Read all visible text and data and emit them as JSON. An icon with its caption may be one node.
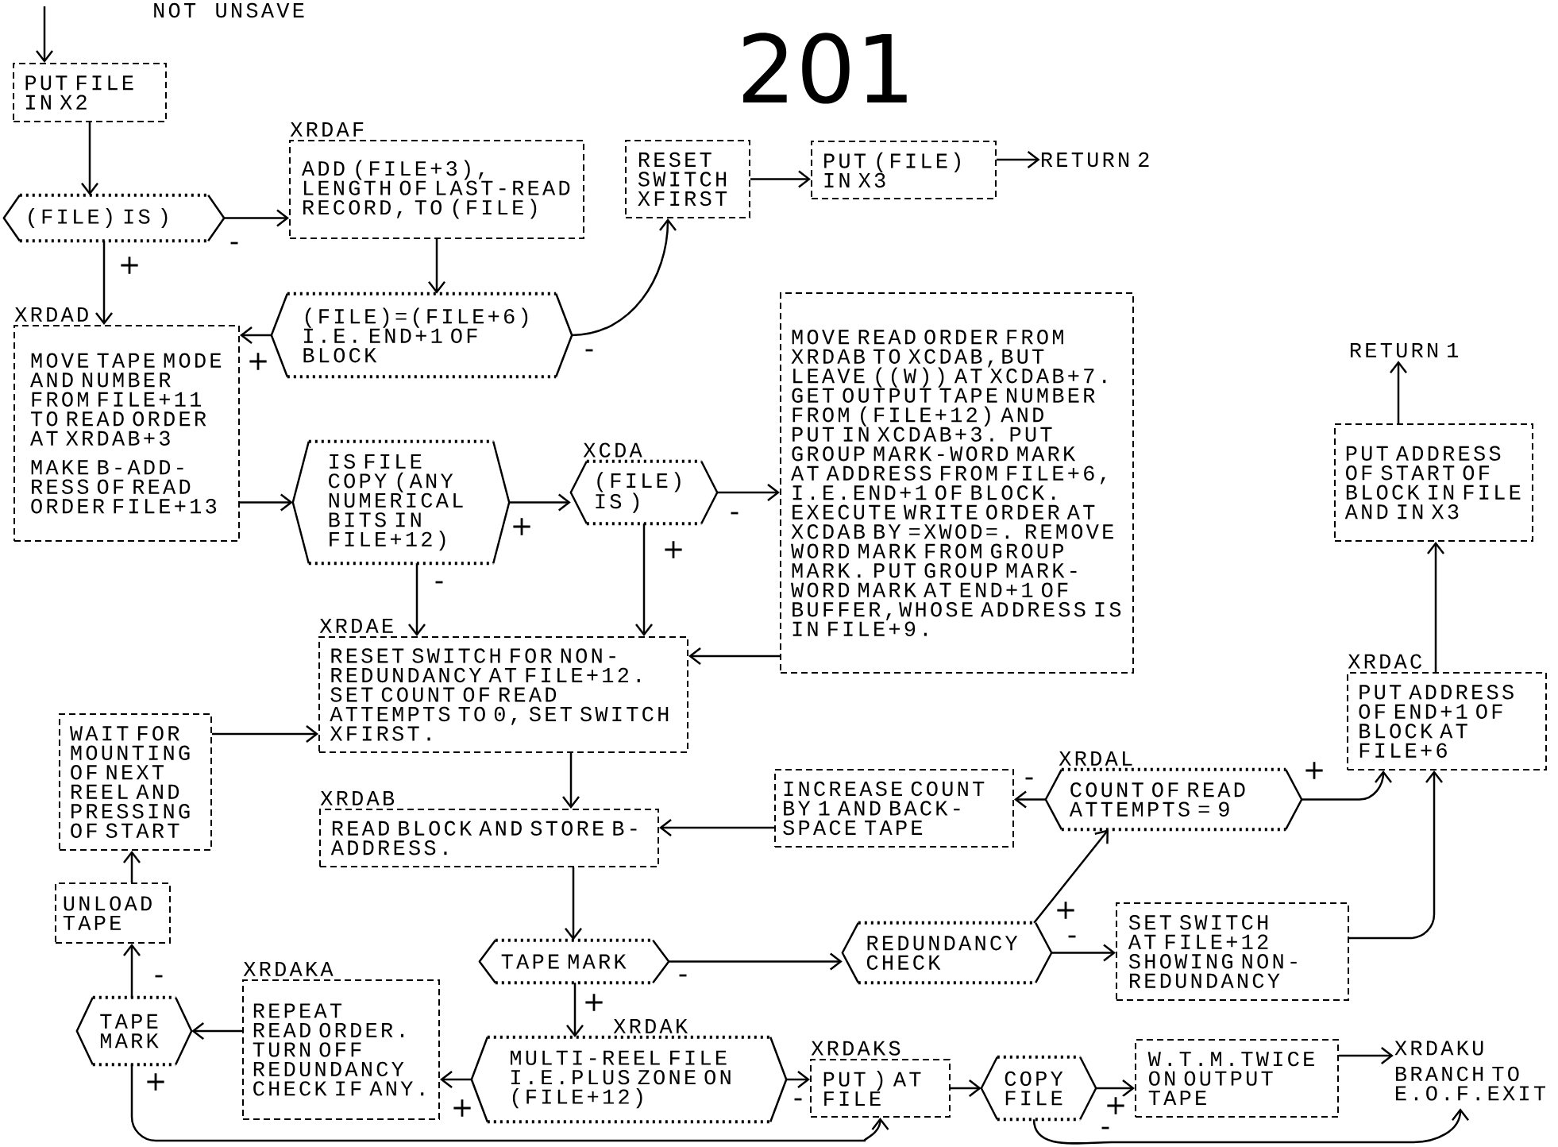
{
  "diagram": {
    "nodes": [
      {
        "text": [
          "PUT FILE IN X2"
        ]
      },
      {
        "text": [
          "(FILE) IS )"
        ]
      },
      {
        "text": [
          "XRDAF",
          "ADD (FILE+3), LENGTH OF LAST-READ RECORD, TO (FILE)"
        ]
      },
      {
        "text": [
          "(FILE)=(FILE+6) I.E. END+1 OF BLOCK"
        ]
      },
      {
        "text": [
          "RESET SWITCH XFIRST"
        ]
      },
      {
        "text": [
          "PUT (FILE) IN X3"
        ]
      },
      {
        "text": [
          "RETURN 2"
        ]
      },
      {
        "text": [
          "XRDAD",
          "MOVE TAPE MODE AND NUMBER FROM FILE+11 TO READ ORDER AT XRDAB+3",
          "MAKE B-ADD- RESS OF READ ORDER FILE+13"
        ]
      },
      {
        "text": [
          "IS FILE COPY (ANY NUMERICAL BITS IN FILE+12)"
        ]
      },
      {
        "text": [
          "XCDA",
          "(FILE) IS )"
        ]
      },
      {
        "text": [
          "MOVE READ ORDER FROM XRDAB TO XCDAB,BUT LEAVE ((W)) AT XCDAB+7. GET OUTPUT TAPE NUMBER FROM (FILE+12) AND PUT IN XCDAB+3. PUT GROUP MARK-WORD MARK AT ADDRESS FROM FILE+6, I.E.END+1 OF BLOCK. EXECUTE WRITE ORDER AT XCDAB BY =XWOD=. REMOVE WORD MARK FROM GROUP MARK. PUT GROUP MARK-WORD MARK AT END+1 OF BUFFER,WHOSE ADDRESS IS IN FILE+9."
        ]
      },
      {
        "text": [
          "RETURN 1"
        ]
      },
      {
        "text": [
          "PUT ADDRESS OF START OF BLOCK IN FILE AND IN X3"
        ]
      },
      {
        "text": [
          "XRDAE",
          "RESET SWITCH FOR NON- REDUNDANCY AT FILE+12. SET COUNT OF READ ATTEMPTS TO 0, SET SWITCH XFIRST."
        ]
      },
      {
        "text": [
          "WAIT FOR MOUNTING OF NEXT REEL AND PRESSING OF START"
        ]
      },
      {
        "text": [
          "XRDAC",
          "PUT ADDRESS OF END+1 OF BLOCK AT FILE+6"
        ]
      },
      {
        "text": [
          "INCREASE COUNT BY 1 AND BACK- SPACE TAPE"
        ]
      },
      {
        "text": [
          "XRDAL",
          "COUNT OF READ ATTEMPTS = 9"
        ]
      },
      {
        "text": [
          "XRDAB",
          "READ BLOCK AND STORE B-ADDRESS."
        ]
      },
      {
        "text": [
          "UNLOAD TAPE"
        ]
      },
      {
        "text": [
          "TAPE MARK"
        ]
      },
      {
        "text": [
          "REDUNDANCY CHECK"
        ]
      },
      {
        "text": [
          "SET SWITCH AT FILE+12 SHOWING NON- REDUNDANCY"
        ]
      },
      {
        "text": [
          "TAPE MARK"
        ]
      },
      {
        "text": [
          "XRDAKA",
          "REPEAT READ ORDER. TURN OFF REDUNDANCY CHECK IF ANY."
        ]
      },
      {
        "text": [
          "XRDAK",
          "MULTI-REEL FILE I.E.PLUS ZONE ON (FILE+12)"
        ]
      },
      {
        "text": [
          "XRDAKS",
          "PUT ) AT FILE"
        ]
      },
      {
        "text": [
          "COPY FILE"
        ]
      },
      {
        "text": [
          "W.T.M.TWICE ON OUTPUT TAPE"
        ]
      },
      {
        "text": [
          "XRDAKU",
          "BRANCH TO E.O.F.EXIT"
        ]
      }
    ],
    "edges": [
      {
        "from": null,
        "to": 0,
        "arrow": "to"
      },
      {
        "from": 0,
        "to": 1,
        "arrow": "to"
      },
      {
        "from": 1,
        "to": 2,
        "arrow": "to",
        "label": "-"
      },
      {
        "from": 1,
        "to": 7,
        "arrow": "to",
        "label": "+"
      },
      {
        "from": 2,
        "to": 3,
        "arrow": "to"
      },
      {
        "from": 3,
        "to": 7,
        "arrow": "to",
        "label": "+"
      },
      {
        "from": 3,
        "to": 4,
        "arrow": "to",
        "label": "-"
      },
      {
        "from": 4,
        "to": 5,
        "arrow": "to"
      },
      {
        "from": 5,
        "to": 6,
        "arrow": "to"
      },
      {
        "from": 7,
        "to": 8,
        "arrow": "to"
      },
      {
        "from": 8,
        "to": 9,
        "arrow": "to",
        "label": "+"
      },
      {
        "from": 8,
        "to": 13,
        "arrow": "to",
        "label": "-"
      },
      {
        "from": 9,
        "to": 10,
        "arrow": "to",
        "label": "-"
      },
      {
        "from": 9,
        "to": 13,
        "arrow": "to",
        "label": "+"
      },
      {
        "from": 10,
        "to": 13,
        "arrow": "to"
      },
      {
        "from": 14,
        "to": 13,
        "arrow": "to"
      },
      {
        "from": 13,
        "to": 18,
        "arrow": "to"
      },
      {
        "from": 18,
        "to": 20,
        "arrow": "to"
      },
      {
        "from": 20,
        "to": 21,
        "arrow": "to",
        "label": "-"
      },
      {
        "from": 20,
        "to": 25,
        "arrow": "to",
        "label": "+"
      },
      {
        "from": 21,
        "to": 17,
        "arrow": "to",
        "label": "+"
      },
      {
        "from": 21,
        "to": 22,
        "arrow": "to",
        "label": "-"
      },
      {
        "from": 22,
        "to": 15,
        "arrow": "to"
      },
      {
        "from": 17,
        "to": 16,
        "arrow": "to",
        "label": "-"
      },
      {
        "from": 17,
        "to": 15,
        "arrow": "to",
        "label": "+"
      },
      {
        "from": 16,
        "to": 18,
        "arrow": "to"
      },
      {
        "from": 15,
        "to": 12,
        "arrow": "to"
      },
      {
        "from": 12,
        "to": 11,
        "arrow": "to"
      },
      {
        "from": 25,
        "to": 24,
        "arrow": "to",
        "label": "+"
      },
      {
        "from": 25,
        "to": 26,
        "arrow": "to",
        "label": "-"
      },
      {
        "from": 24,
        "to": 23,
        "arrow": "to"
      },
      {
        "from": 23,
        "to": 19,
        "arrow": "to",
        "label": "-"
      },
      {
        "from": 23,
        "to": 26,
        "arrow": "to",
        "label": "+"
      },
      {
        "from": 19,
        "to": 14,
        "arrow": "to"
      },
      {
        "from": 26,
        "to": 27,
        "arrow": "to"
      },
      {
        "from": 27,
        "to": 28,
        "arrow": "to",
        "label": "+"
      },
      {
        "from": 27,
        "to": 29,
        "arrow": "to",
        "label": "-"
      },
      {
        "from": 28,
        "to": 29,
        "arrow": "to"
      }
    ],
    "labels": [
      "NOT UNSAVE",
      "201"
    ]
  }
}
